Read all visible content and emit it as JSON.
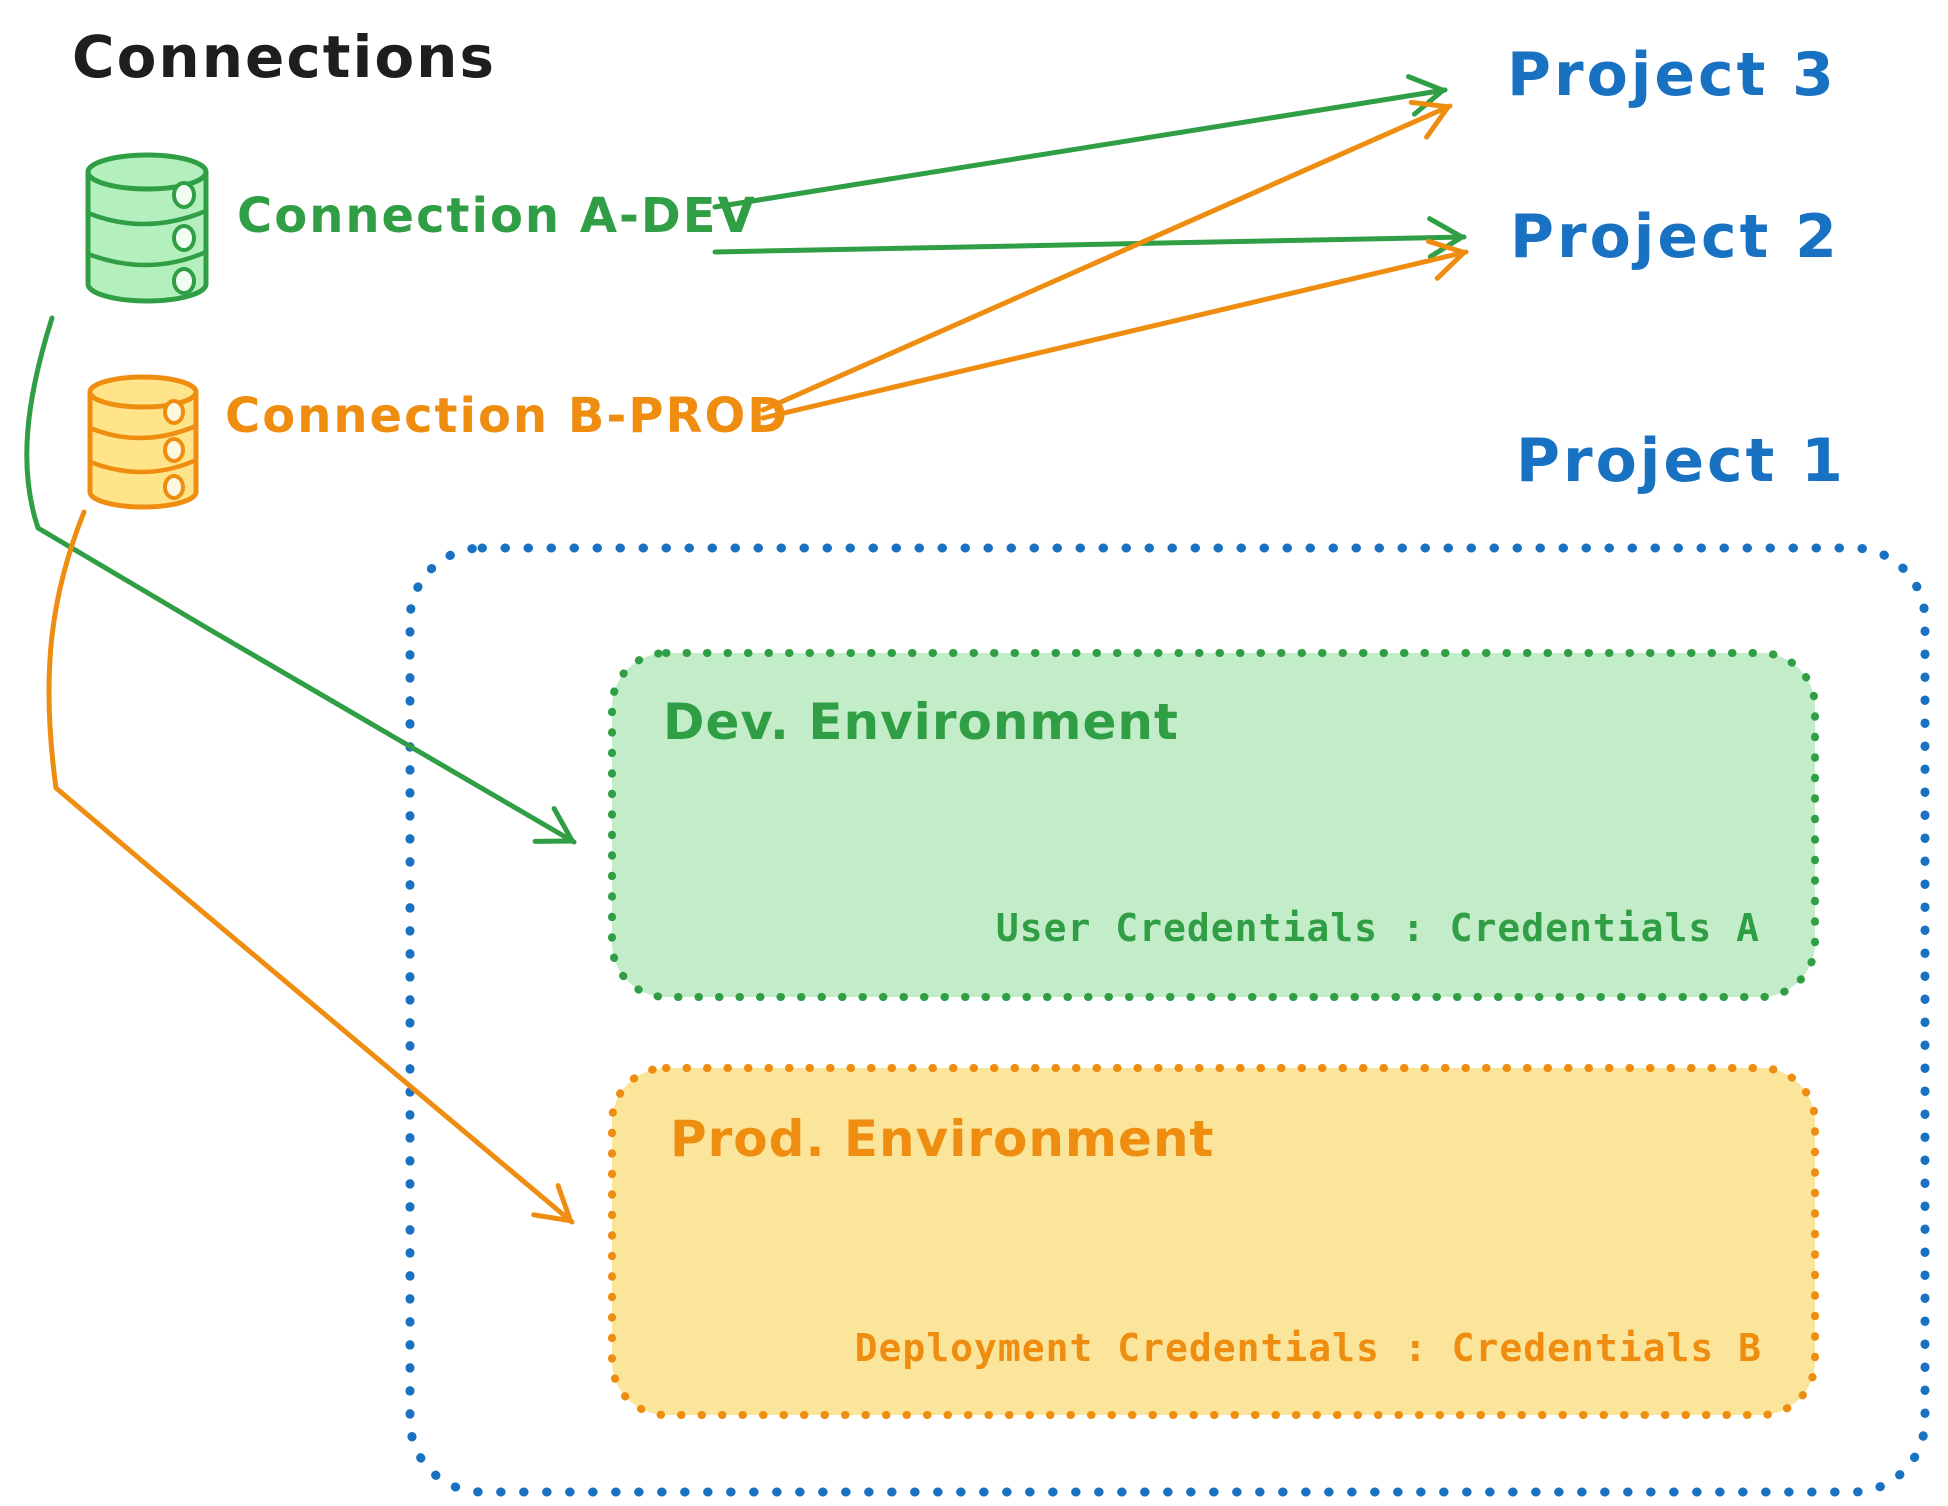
{
  "title": "Connections",
  "connections": [
    {
      "id": "a-dev",
      "label": "Connection A-DEV",
      "icon": "database-icon",
      "color": "#2f9e44"
    },
    {
      "id": "b-prod",
      "label": "Connection B-PROD",
      "icon": "database-icon",
      "color": "#ee8d0f"
    }
  ],
  "projects": [
    {
      "label": "Project 3"
    },
    {
      "label": "Project 2"
    },
    {
      "label": "Project 1"
    }
  ],
  "project1_detail": {
    "environments": [
      {
        "title": "Dev. Environment",
        "credentials_label": "User Credentials : Credentials A",
        "accent": "#2f9e44",
        "fill": "#c3edc9"
      },
      {
        "title": "Prod. Environment",
        "credentials_label": "Deployment Credentials : Credentials B",
        "accent": "#ee8d0f",
        "fill": "#fae59b"
      }
    ]
  },
  "edges": [
    {
      "from": "Connection A-DEV",
      "to": "Project 3"
    },
    {
      "from": "Connection A-DEV",
      "to": "Project 2"
    },
    {
      "from": "Connection B-PROD",
      "to": "Project 3"
    },
    {
      "from": "Connection B-PROD",
      "to": "Project 2"
    },
    {
      "from": "Connection A-DEV",
      "to": "Dev. Environment"
    },
    {
      "from": "Connection B-PROD",
      "to": "Prod. Environment"
    }
  ],
  "colors": {
    "text": "#1e1e1e",
    "blue": "#1971c2",
    "green": "#2f9e44",
    "orange": "#ee8d0f",
    "green_fill": "#b4f0bd",
    "orange_fill": "#ffe48a"
  }
}
